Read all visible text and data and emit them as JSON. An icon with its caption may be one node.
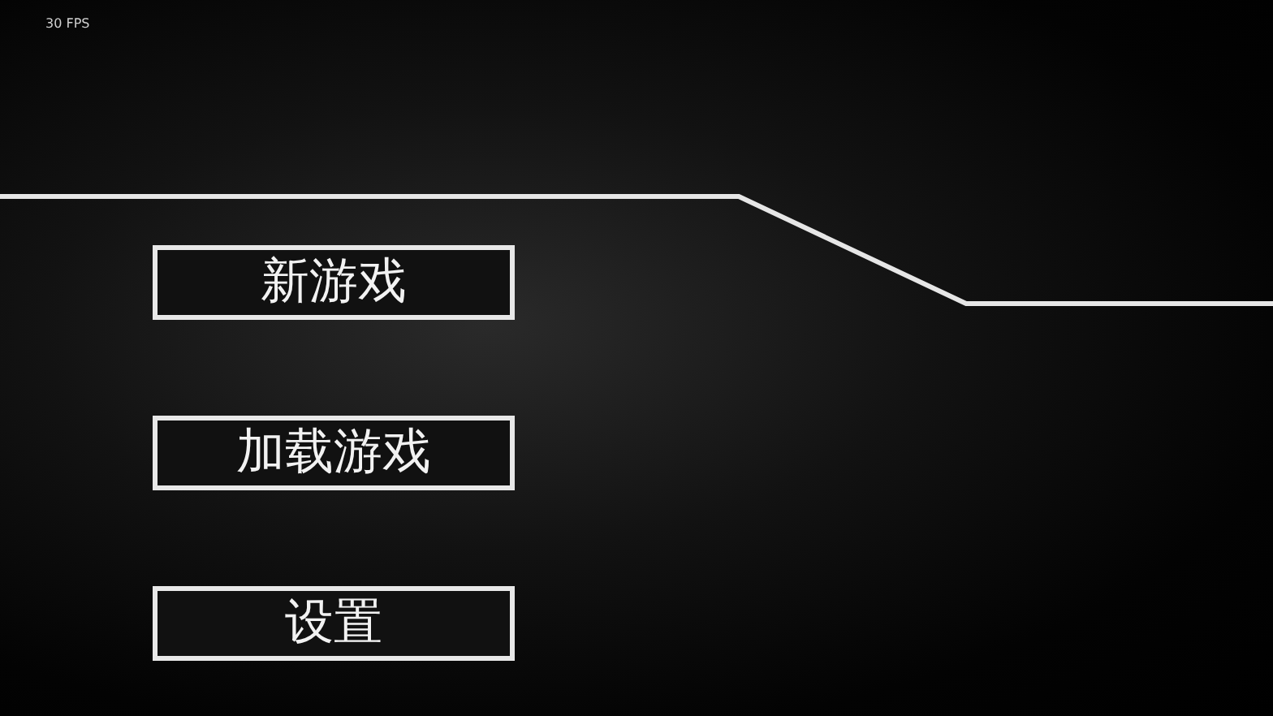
{
  "diagram": {
    "nodes": [
      {
        "text": [
          "新游戏"
        ]
      },
      {
        "text": [
          "加载游戏"
        ]
      },
      {
        "text": [
          "设置"
        ]
      }
    ],
    "labels": [
      "30 FPS"
    ]
  }
}
